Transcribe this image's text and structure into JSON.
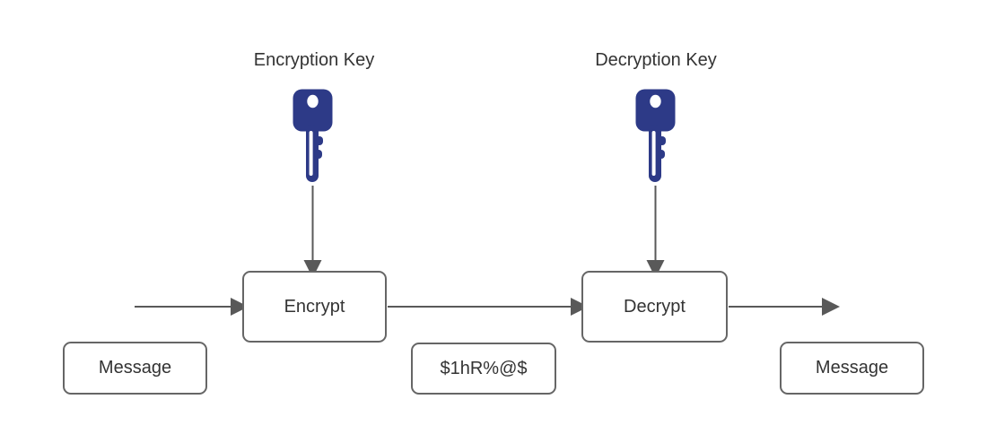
{
  "diagram": {
    "keys": [
      {
        "label": "Encryption Key",
        "icon": "key-icon"
      },
      {
        "label": "Decryption Key",
        "icon": "key-icon"
      }
    ],
    "process_nodes": [
      {
        "label": "Encrypt"
      },
      {
        "label": "Decrypt"
      }
    ],
    "data_nodes": [
      {
        "label": "Message"
      },
      {
        "label": "$1hR%@$"
      },
      {
        "label": "Message"
      }
    ],
    "flow": [
      "Message",
      "Encrypt",
      "$1hR%@$",
      "Decrypt",
      "Message"
    ]
  },
  "colors": {
    "key_fill": "#2D3A87",
    "arrow": "#595959",
    "box_border": "#666666",
    "text": "#333333",
    "background": "#FFFFFF"
  }
}
